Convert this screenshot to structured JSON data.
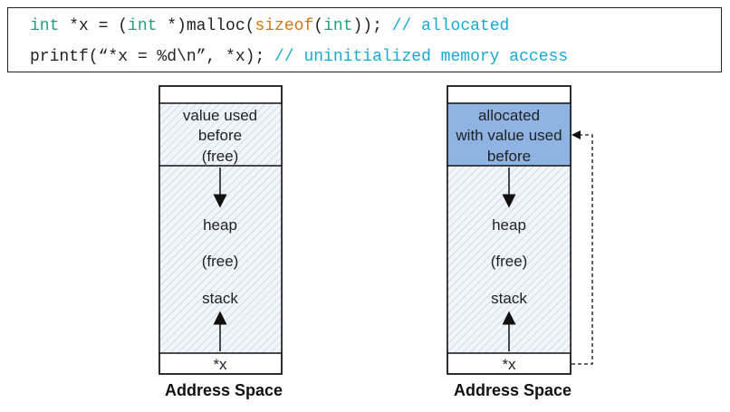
{
  "code": {
    "line1": {
      "kw_int": "int",
      "mid1": " *x = (",
      "kw_int2": "int",
      "mid2": " *)malloc(",
      "fn_sizeof": "sizeof",
      "mid3": "(",
      "kw_int3": "int",
      "mid4": ")); ",
      "comment": "// allocated"
    },
    "line2": {
      "text": "printf(“*x = %d\\n”, *x); ",
      "comment": "// uninitialized memory access"
    },
    "colors": {
      "keyword": "#20a080",
      "function": "#d07818",
      "comment": "#18a8d8"
    }
  },
  "left_diagram": {
    "top_region": [
      "value used",
      "before",
      "(free)"
    ],
    "heap_label": "heap",
    "free_label": "(free)",
    "stack_label": "stack",
    "pointer_label": "*x",
    "caption": "Address Space"
  },
  "right_diagram": {
    "top_region": [
      "allocated",
      "with value used",
      "before"
    ],
    "heap_label": "heap",
    "free_label": "(free)",
    "stack_label": "stack",
    "pointer_label": "*x",
    "caption": "Address Space",
    "allocated_color": "#8fb4e3"
  }
}
